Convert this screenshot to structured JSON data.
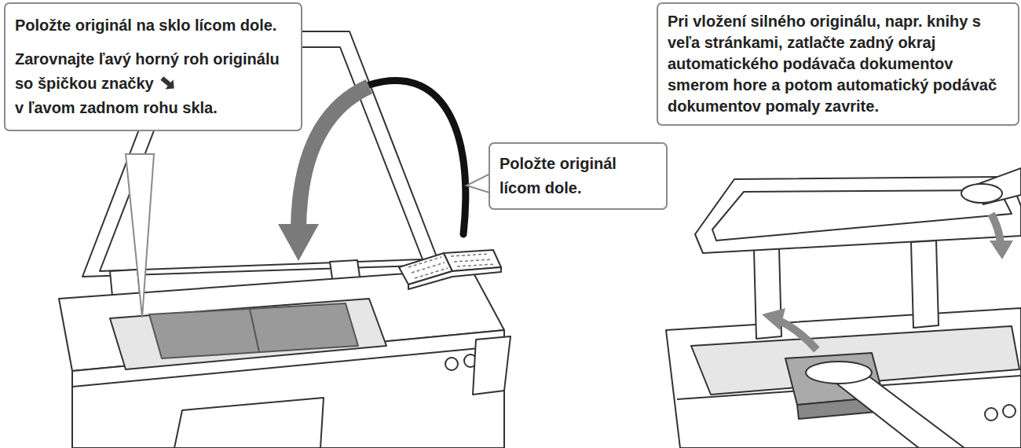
{
  "diagram": {
    "nodes": [
      {
        "text": [
          "Položte originál na sklo lícom dole.",
          "Zarovnajte ľavý horný roh originálu so špičkou značky",
          "v ľavom zadnom rohu skla."
        ]
      },
      {
        "text": [
          "Položte originál lícom dole."
        ]
      },
      {
        "text": [
          "Pri vložení silného originálu, napr. knihy s veľa stránkami, zatlačte zadný okraj automatického podávača dokumentov smerom hore a potom automatický podávač dokumentov pomaly zavrite."
        ]
      }
    ]
  }
}
